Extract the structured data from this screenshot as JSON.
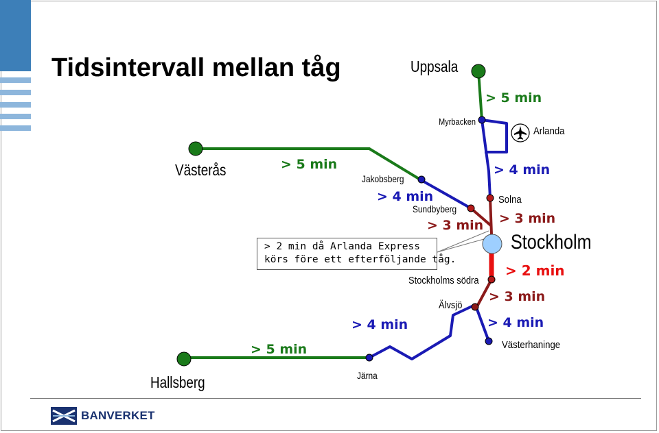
{
  "title": "Tidsintervall mellan tåg",
  "stations": {
    "uppsala": "Uppsala",
    "myrbacken": "Myrbacken",
    "arlanda": "Arlanda",
    "vasteras": "Västerås",
    "jakobsberg": "Jakobsberg",
    "sundbyberg": "Sundbyberg",
    "solna": "Solna",
    "stockholm": "Stockholm",
    "stockholms_sodra": "Stockholms södra",
    "alvsjo": "Älvsjö",
    "vasterhaninge": "Västerhaninge",
    "hallsberg": "Hallsberg",
    "jarna": "Järna"
  },
  "intervals": {
    "uppsala_myrbacken": "> 5 min",
    "arlanda_solna": "> 4 min",
    "vasteras_jakobsberg": "> 5 min",
    "jakobsberg_sundbyberg": "> 4 min",
    "sundbyberg_stockholm": "> 3 min",
    "solna_stockholm": "> 3 min",
    "stockholm_sodra": "> 2 min",
    "sodra_alvsjo": "> 3 min",
    "alvsjo_vasterhaninge": "> 4 min",
    "jarna_alvsjo": "> 4 min",
    "hallsberg_jarna": "> 5 min"
  },
  "note": {
    "line1": "> 2 min då Arlanda Express",
    "line2": "körs före ett efterföljande tåg."
  },
  "logo": {
    "text": "BANVERKET"
  },
  "colors": {
    "green": "#1a7a1a",
    "blue": "#1a1ab4",
    "dark_red": "#8b1a1a",
    "red": "#e81010",
    "sidebar": "#3d7fb8",
    "stockholm_node": "#9ecfff"
  }
}
